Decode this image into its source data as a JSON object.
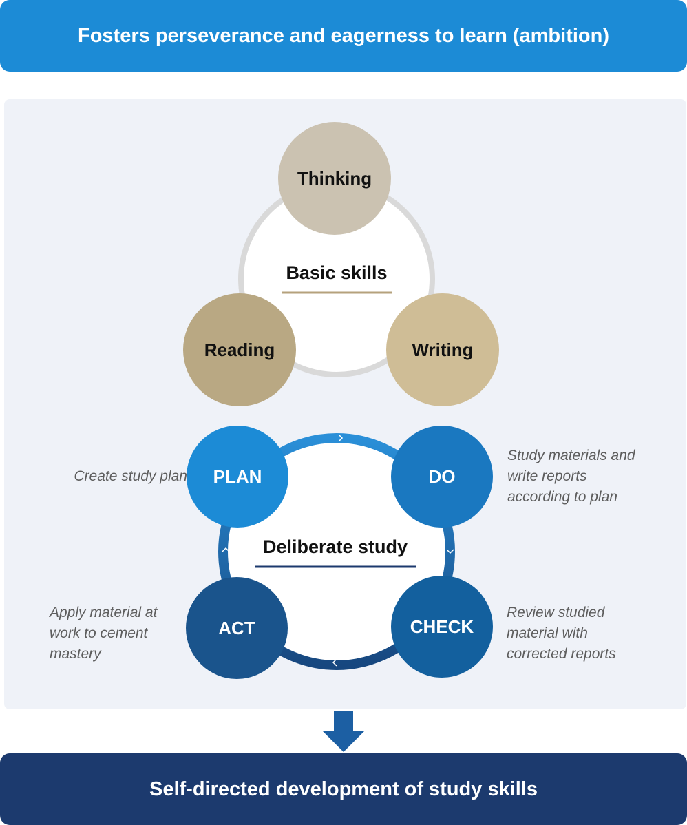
{
  "header": {
    "title": "Fosters perseverance and eagerness to learn (ambition)"
  },
  "basic_skills": {
    "label": "Basic skills",
    "nodes": [
      {
        "label": "Thinking",
        "color": "#cbc2b1"
      },
      {
        "label": "Reading",
        "color": "#b9a883"
      },
      {
        "label": "Writing",
        "color": "#cfbd96"
      }
    ],
    "ring_color": "#d9d9d9",
    "underline_color": "#b5a27c"
  },
  "deliberate_study": {
    "label": "Deliberate study",
    "underline_color": "#1c3a6e",
    "ring_color": "#1c6fb5",
    "steps": {
      "plan": {
        "label": "PLAN",
        "color": "#1c8bd6",
        "description": "Create study plan"
      },
      "do": {
        "label": "DO",
        "color": "#1a78c0",
        "description": "Study materials and write reports according to plan"
      },
      "check": {
        "label": "CHECK",
        "color": "#13609e",
        "description": "Review studied material with corrected reports"
      },
      "act": {
        "label": "ACT",
        "color": "#1a548c",
        "description": "Apply material at work to cement mastery"
      }
    }
  },
  "arrow": {
    "icon": "arrow-down-icon",
    "color": "#1c5fa3"
  },
  "footer": {
    "title": "Self-directed development of study skills"
  }
}
